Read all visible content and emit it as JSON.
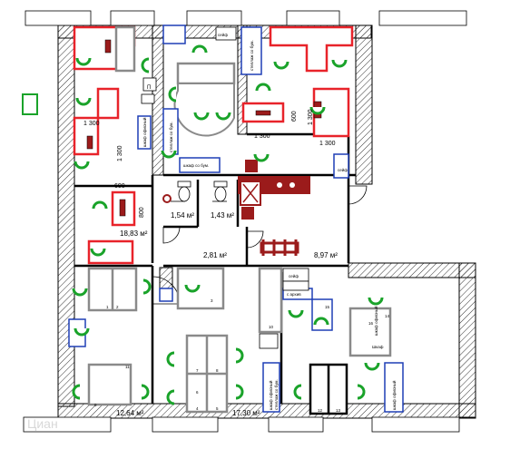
{
  "rooms": {
    "area_1": "18,83 м²",
    "area_2": "1,54 м²",
    "area_3": "1,43 м²",
    "area_4": "2,81 м²",
    "area_5": "8,97 м²",
    "area_6": "12,64 м²",
    "area_7": "17,30 м²"
  },
  "dimensions": {
    "d1300_a": "1 300",
    "d1300_b": "1 300",
    "d1300_c": "1 300",
    "d1300_d": "1 300",
    "d1300_e": "1 300",
    "d600_a": "600",
    "d600_b": "600",
    "d800": "800"
  },
  "furniture": {
    "safe_top": "сейф",
    "safe_right": "сейф",
    "safe_lower": "сейф",
    "p_label": "П",
    "shelf_top_right": "стеллаж со бум.",
    "shelf_left": "стеллаж со бум.",
    "cab_left": "шкаф офисный",
    "cab_mid": "шкаф со бум.",
    "cab_right_small": "шкаф",
    "arch_label": "с архив",
    "cab_bottom_mid": "шкаф офисный",
    "cab_bottom_mid2": "стеллаж со бум.",
    "cab_bottom_right": "шкаф офисный",
    "cab_right_stack_1": "шкаф офисный",
    "cab_right_stack_2": "Шкаф"
  },
  "desk_numbers": {
    "n1": "1",
    "n2": "2",
    "n3": "3",
    "n4": "4",
    "n5": "5",
    "n6": "6",
    "n7": "7",
    "n8": "8",
    "n9": "9",
    "n10": "10",
    "n11": "11",
    "n12": "12",
    "n13": "13",
    "n14": "14",
    "n15": "15",
    "n16": "16"
  },
  "colors": {
    "wall": "#000000",
    "hatch": "#444444",
    "desk_red": "#e8232a",
    "chair_green": "#1aa32a",
    "cabinet_blue": "#1f3fb5",
    "appliance_dark_red": "#9b1b1b",
    "desk_gray": "#8a8a8a"
  },
  "watermark": "Циан"
}
